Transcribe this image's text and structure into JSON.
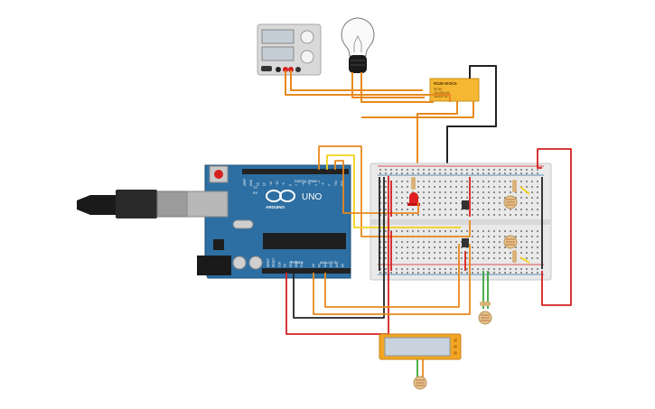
{
  "arduino": {
    "brand": "ARDUINO",
    "model": "UNO",
    "digital_label": "DIGITAL (PWM~)",
    "power_label": "POWER",
    "analog_label": "ANALOG IN",
    "tx_label": "TX",
    "rx_label": "RX",
    "digital_pins": [
      "AREF",
      "GND",
      "13",
      "12",
      "~11",
      "~10",
      "~9",
      "8",
      "7",
      "~6",
      "~5",
      "4",
      "~3",
      "2",
      "TX1",
      "RX0"
    ],
    "power_pins": [
      "IOREF",
      "RESET",
      "3.3V",
      "5V",
      "GND",
      "GND",
      "Vin"
    ],
    "analog_pins": [
      "A0",
      "A1",
      "A2",
      "A3",
      "A4",
      "A5"
    ]
  },
  "relay": {
    "model": "RS2E-M-DC5",
    "line1": "SE 5V",
    "line2": "1A/125V AC",
    "line3": "2A/30V DC"
  },
  "colors": {
    "arduino_blue": "#2d6fa3",
    "wire_orange": "#e8891d",
    "wire_red": "#d62020",
    "wire_black": "#222222",
    "wire_yellow": "#f2d21b",
    "wire_green": "#3aa63a",
    "relay_body": "#f5b731",
    "lcd_body": "#f2a623",
    "lcd_screen": "#c9d3dd",
    "breadboard": "#e9e9e9"
  }
}
